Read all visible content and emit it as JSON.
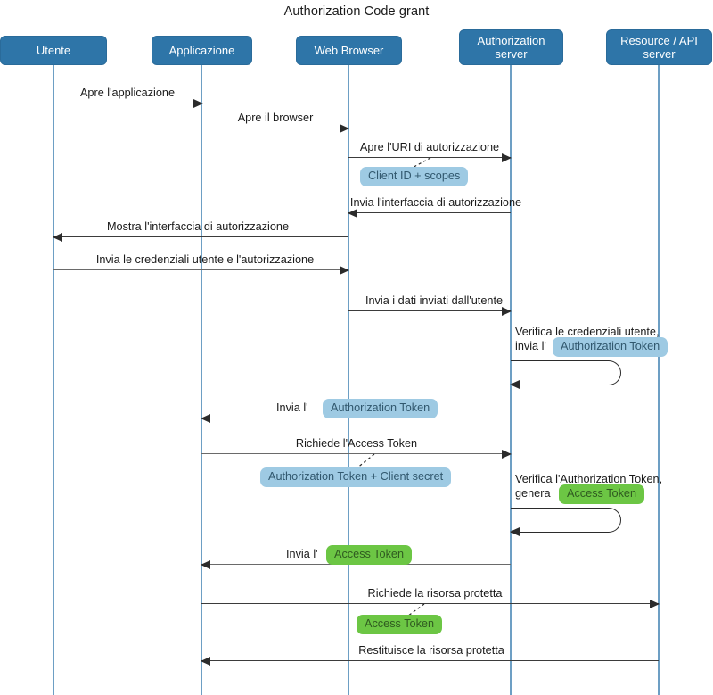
{
  "title": "Authorization Code grant",
  "colors": {
    "participant_fill": "#2E75A8",
    "participant_text": "#FFFFFF",
    "lifeline": "#6D9FC4",
    "arrow": "#2B2B2B",
    "badge_blue_bg": "#9ECAE3",
    "badge_blue_text": "#31586E",
    "badge_green_bg": "#6CC644",
    "badge_green_text": "#2F5A20",
    "background": "#FFFFFF"
  },
  "participants": [
    {
      "id": "utente",
      "label": "Utente"
    },
    {
      "id": "applicazione",
      "label": "Applicazione"
    },
    {
      "id": "web-browser",
      "label": "Web Browser"
    },
    {
      "id": "auth-server",
      "label": "Authorization\nserver"
    },
    {
      "id": "resource",
      "label": "Resource / API\nserver"
    }
  ],
  "messages": [
    {
      "id": "m1",
      "text": "Apre l'applicazione",
      "from": "utente",
      "to": "applicazione",
      "direction": "right"
    },
    {
      "id": "m2",
      "text": "Apre il browser",
      "from": "applicazione",
      "to": "web-browser",
      "direction": "right"
    },
    {
      "id": "m3",
      "text": "Apre l'URI di autorizzazione",
      "from": "web-browser",
      "to": "auth-server",
      "direction": "right"
    },
    {
      "id": "m4",
      "text": "Invia l'interfaccia di autorizzazione",
      "from": "auth-server",
      "to": "web-browser",
      "direction": "left"
    },
    {
      "id": "m5",
      "text": "Mostra l'interfaccia di autorizzazione",
      "from": "web-browser",
      "to": "utente",
      "direction": "left"
    },
    {
      "id": "m6",
      "text": "Invia le credenziali utente e l'autorizzazione",
      "from": "utente",
      "to": "web-browser",
      "direction": "right"
    },
    {
      "id": "m7",
      "text": "Invia i dati inviati dall'utente",
      "from": "web-browser",
      "to": "auth-server",
      "direction": "right"
    },
    {
      "id": "m8",
      "text": "Invia l'",
      "from": "auth-server",
      "to": "applicazione",
      "direction": "left",
      "badge": "Authorization Token",
      "badge_color": "blue"
    },
    {
      "id": "m9",
      "text": "Richiede l'Access Token",
      "from": "applicazione",
      "to": "auth-server",
      "direction": "right"
    },
    {
      "id": "m10",
      "text": "Invia l'",
      "from": "auth-server",
      "to": "applicazione",
      "direction": "left",
      "badge": "Access Token",
      "badge_color": "green"
    },
    {
      "id": "m11",
      "text": "Richiede la risorsa protetta",
      "from": "applicazione",
      "to": "resource",
      "direction": "right"
    },
    {
      "id": "m12",
      "text": "Restituisce la risorsa protetta",
      "from": "resource",
      "to": "applicazione",
      "direction": "left"
    }
  ],
  "self_calls": [
    {
      "id": "s1",
      "on": "auth-server",
      "line1": "Verifica le credenziali utente,",
      "line2_prefix": "invia l'",
      "badge": "Authorization Token",
      "badge_color": "blue"
    },
    {
      "id": "s2",
      "on": "auth-server",
      "line1": "Verifica l'Authorization Token,",
      "line2_prefix": "genera",
      "badge": "Access Token",
      "badge_color": "green"
    }
  ],
  "notes": [
    {
      "id": "n1",
      "text": "Client ID + scopes",
      "color": "blue",
      "attached_to": "m3"
    },
    {
      "id": "n2",
      "text": "Authorization Token + Client secret",
      "color": "blue",
      "attached_to": "m9"
    },
    {
      "id": "n3",
      "text": "Access Token",
      "color": "green",
      "attached_to": "m11"
    }
  ]
}
